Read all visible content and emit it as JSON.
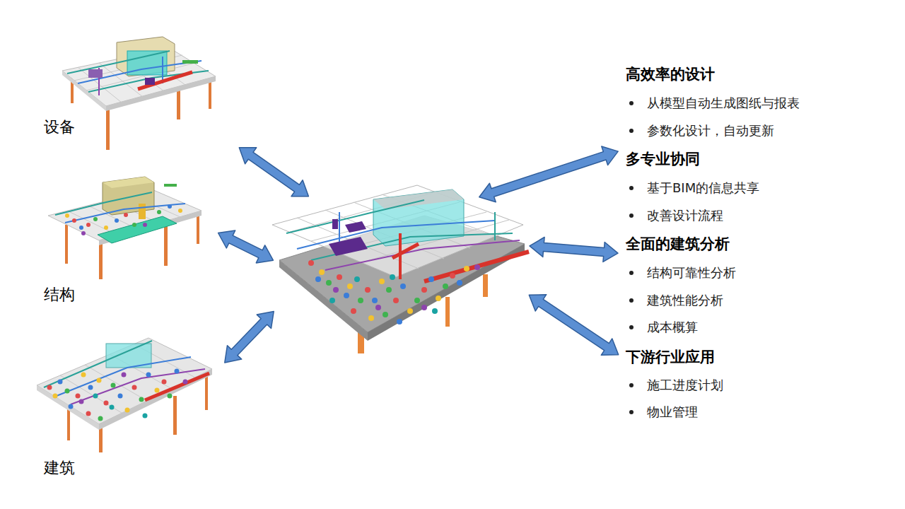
{
  "diagram": {
    "nodes": [
      {
        "text": [
          "设备"
        ]
      },
      {
        "text": [
          "结构"
        ]
      },
      {
        "text": [
          "建筑"
        ]
      },
      {
        "text": []
      },
      {
        "text": [
          "高效率的设计",
          "从模型自动生成图纸与报表",
          "参数化设计，自动更新",
          "多专业协同",
          "基于BIM的信息共享",
          "改善设计流程",
          "全面的建筑分析",
          "结构可靠性分析",
          "建筑性能分析",
          "成本概算",
          "下游行业应用",
          "施工进度计划",
          "物业管理"
        ]
      }
    ],
    "edges": [
      {
        "from": 0,
        "to": 3,
        "arrow": "both"
      },
      {
        "from": 1,
        "to": 3,
        "arrow": "both"
      },
      {
        "from": 2,
        "to": 3,
        "arrow": "both"
      },
      {
        "from": 3,
        "to": 4,
        "arrow": "both"
      },
      {
        "from": 3,
        "to": 4,
        "arrow": "both"
      },
      {
        "from": 3,
        "to": 4,
        "arrow": "both"
      }
    ]
  }
}
